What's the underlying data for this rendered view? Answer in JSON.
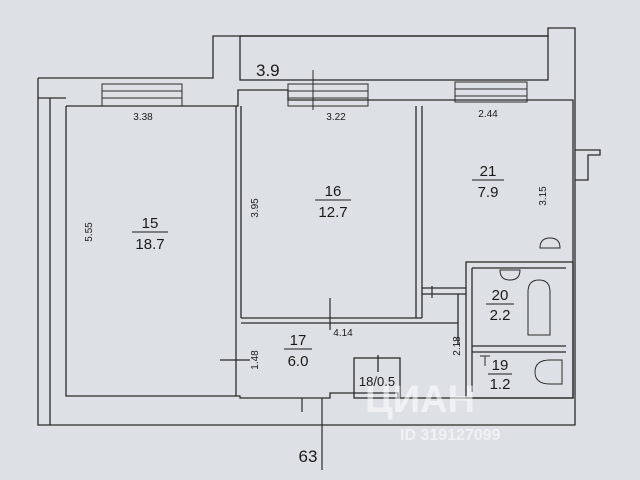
{
  "plan": {
    "rooms": [
      {
        "id": "15",
        "number": "15",
        "area": "18.7"
      },
      {
        "id": "16",
        "number": "16",
        "area": "12.7"
      },
      {
        "id": "21",
        "number": "21",
        "area": "7.9"
      },
      {
        "id": "20",
        "number": "20",
        "area": "2.2"
      },
      {
        "id": "17",
        "number": "17",
        "area": "6.0"
      },
      {
        "id": "19",
        "number": "19",
        "area": "1.2"
      },
      {
        "id": "18",
        "label": "18/0.5"
      }
    ],
    "dimensions": {
      "balcony_width": "3.9",
      "room15_width": "3.38",
      "room16_width": "3.22",
      "room21_width": "2.44",
      "room15_length": "5.55",
      "room16_length": "3.95",
      "room21_length": "3.15",
      "corridor_width": "4.14",
      "corridor_depth": "1.48",
      "bath_height": "2.18"
    },
    "apartment_number": "63",
    "watermark": {
      "brand": "ЦИАН",
      "id": "ID 319127099"
    }
  }
}
